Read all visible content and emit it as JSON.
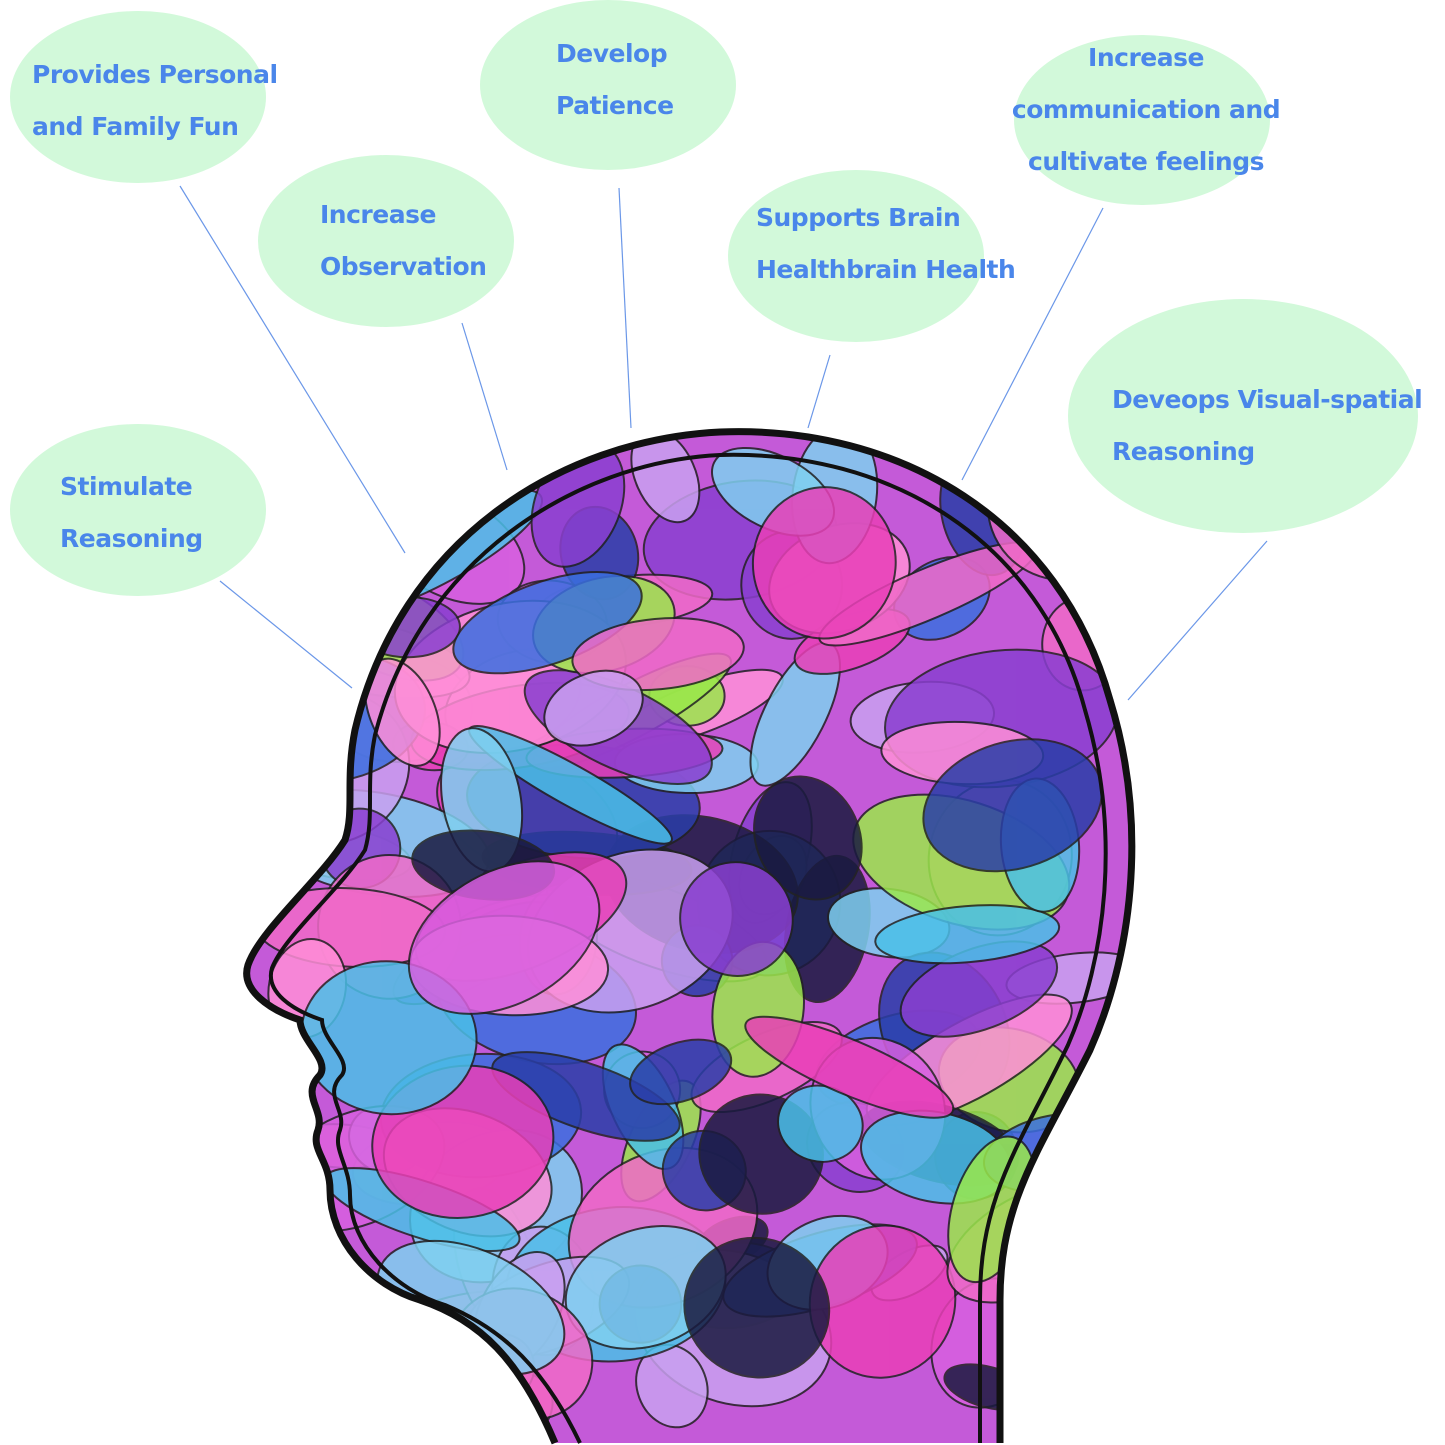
{
  "bubbles": [
    {
      "lines": [
        "Provides Personal",
        "and Family Fun"
      ]
    },
    {
      "lines": [
        "Develop",
        "Patience"
      ]
    },
    {
      "lines": [
        "Increase",
        "communication and",
        "cultivate feelings"
      ]
    },
    {
      "lines": [
        "Increase",
        "Observation"
      ]
    },
    {
      "lines": [
        "Supports Brain",
        "Healthbrain Health"
      ]
    },
    {
      "lines": [
        "Deveops Visual-spatial",
        "Reasoning"
      ]
    },
    {
      "lines": [
        "Stimulate",
        "Reasoning"
      ]
    }
  ],
  "colors": {
    "bubble": "#d2f9da",
    "text": "#4a86ea",
    "line": "#6b97e8",
    "outline": "#111111"
  }
}
